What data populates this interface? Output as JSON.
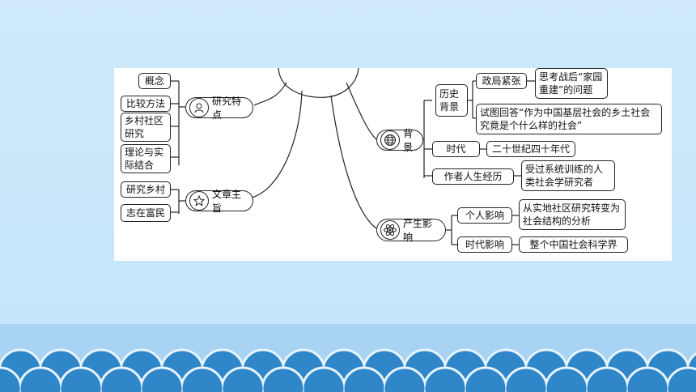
{
  "mindmap": {
    "left": {
      "research_features": {
        "label": "研究特点",
        "icon": "person-icon",
        "children": [
          "概念",
          "比较方法",
          "乡村社区研究",
          "理论与实际结合"
        ]
      },
      "article_theme": {
        "label": "文章主旨",
        "icon": "star-icon",
        "children": [
          "研究乡村",
          "志在富民"
        ]
      }
    },
    "right": {
      "background": {
        "label": "背景",
        "icon": "globe-icon",
        "history": {
          "label": "历史背景",
          "political": "政局紧张",
          "political_detail": "思考战后“家园重建”的问题",
          "question": "试图回答“作为中国基层社会的乡土社会究竟是个什么样的社会”"
        },
        "era": {
          "label": "时代",
          "value": "二十世纪四十年代"
        },
        "author": {
          "label": "作者人生经历",
          "value": "受过系统训练的人类社会学研究者"
        }
      },
      "influence": {
        "label": "产生影响",
        "icon": "atom-icon",
        "personal": {
          "label": "个人影响",
          "value": "从实地社区研究转变为社会结构的分析"
        },
        "era": {
          "label": "时代影响",
          "value": "整个中国社会科学界"
        }
      }
    }
  }
}
